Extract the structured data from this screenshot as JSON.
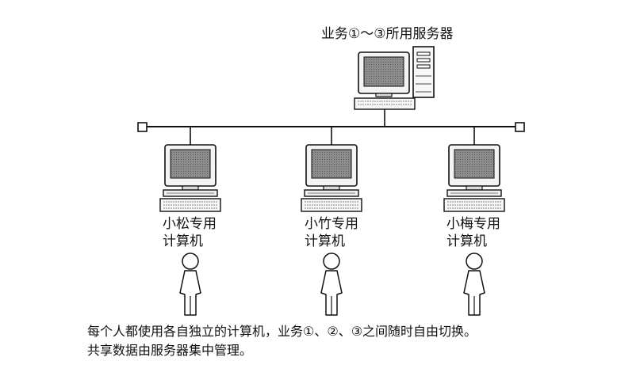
{
  "server": {
    "label": "业务①～③所用服务器"
  },
  "clients": [
    {
      "line1": "小松专用",
      "line2": "计算机"
    },
    {
      "line1": "小竹专用",
      "line2": "计算机"
    },
    {
      "line1": "小梅专用",
      "line2": "计算机"
    }
  ],
  "caption": {
    "line1": "每个人都使用各自独立的计算机，业务①、②、③之间随时自由切换。",
    "line2": "共享数据由服务器集中管理。"
  }
}
